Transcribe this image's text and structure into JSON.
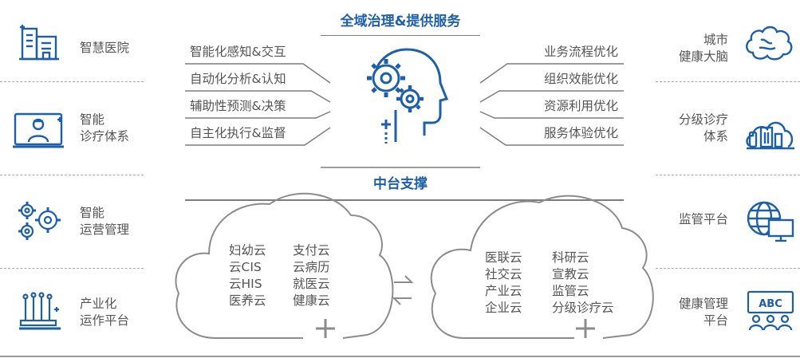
{
  "top_title": "全域治理&提供服务",
  "middle_title": "中台支撑",
  "left_modules": [
    {
      "label": "智慧医院",
      "icon": "hospital-building-icon"
    },
    {
      "label": "智能\n诊疗体系",
      "icon": "doctor-monitor-icon"
    },
    {
      "label": "智能\n运营管理",
      "icon": "gears-icon"
    },
    {
      "label": "产业化\n运作平台",
      "icon": "circuit-platform-icon"
    }
  ],
  "right_modules": [
    {
      "label": "城市\n健康大脑",
      "icon": "brain-icon"
    },
    {
      "label": "分级诊疗\n体系",
      "icon": "cloud-buildings-icon"
    },
    {
      "label": "监管平台",
      "icon": "globe-monitor-icon"
    },
    {
      "label": "健康管理\n平台",
      "icon": "abc-board-people-icon"
    }
  ],
  "left_capabilities": [
    "智能化感知&交互",
    "自动化分析&认知",
    "辅助性预测&决策",
    "自主化执行&监督"
  ],
  "right_capabilities": [
    "业务流程优化",
    "组织效能优化",
    "资源利用优化",
    "服务体验优化"
  ],
  "center_icon": "ai-head-gears-icon",
  "exchange_icon": "exchange-arrows-icon",
  "left_cloud": {
    "col1": [
      "妇幼云",
      "云CIS",
      "云HIS",
      "医养云"
    ],
    "col2": [
      "支付云",
      "云病历",
      "就医云",
      "健康云"
    ]
  },
  "right_cloud": {
    "col1": [
      "医联云",
      "社交云",
      "产业云",
      "企业云"
    ],
    "col2": [
      "科研云",
      "宣教云",
      "监管云",
      "分级诊疗云"
    ]
  },
  "colors": {
    "accent": "#1d5fa8",
    "line": "#7d7d7d",
    "text": "#555555",
    "cloud_stroke": "#8c8c8c"
  }
}
